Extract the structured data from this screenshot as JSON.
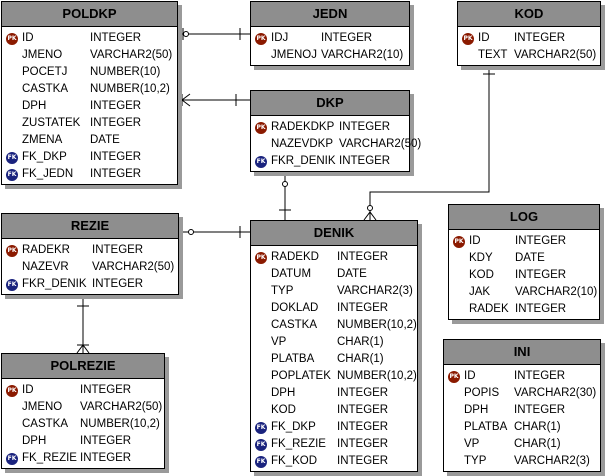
{
  "entities": [
    {
      "id": "poldkp",
      "title": "POLDKP",
      "cols": [
        {
          "key": "PK",
          "name": "ID",
          "type": "INTEGER"
        },
        {
          "key": "",
          "name": "JMENO",
          "type": "VARCHAR2(50)"
        },
        {
          "key": "",
          "name": "POCETJ",
          "type": "NUMBER(10)"
        },
        {
          "key": "",
          "name": "CASTKA",
          "type": "NUMBER(10,2)"
        },
        {
          "key": "",
          "name": "DPH",
          "type": "INTEGER"
        },
        {
          "key": "",
          "name": "ZUSTATEK",
          "type": "INTEGER"
        },
        {
          "key": "",
          "name": "ZMENA",
          "type": "DATE"
        },
        {
          "key": "FK",
          "name": "FK_DKP",
          "type": "INTEGER"
        },
        {
          "key": "FK",
          "name": "FK_JEDN",
          "type": "INTEGER"
        }
      ]
    },
    {
      "id": "jedn",
      "title": "JEDN",
      "cols": [
        {
          "key": "PK",
          "name": "IDJ",
          "type": "INTEGER"
        },
        {
          "key": "",
          "name": "JMENOJ",
          "type": "VARCHAR2(10)"
        }
      ]
    },
    {
      "id": "kod",
      "title": "KOD",
      "cols": [
        {
          "key": "PK",
          "name": "ID",
          "type": "INTEGER"
        },
        {
          "key": "",
          "name": "TEXT",
          "type": "VARCHAR2(50)"
        }
      ]
    },
    {
      "id": "dkp",
      "title": "DKP",
      "cols": [
        {
          "key": "PK",
          "name": "RADEKDKP",
          "type": "INTEGER"
        },
        {
          "key": "",
          "name": "NAZEVDKP",
          "type": "VARCHAR2(50)"
        },
        {
          "key": "FK",
          "name": "FKR_DENIK",
          "type": "INTEGER"
        }
      ]
    },
    {
      "id": "rezie",
      "title": "REZIE",
      "cols": [
        {
          "key": "PK",
          "name": "RADEKR",
          "type": "INTEGER"
        },
        {
          "key": "",
          "name": "NAZEVR",
          "type": "VARCHAR2(50)"
        },
        {
          "key": "FK",
          "name": "FKR_DENIK",
          "type": "INTEGER"
        }
      ]
    },
    {
      "id": "denik",
      "title": "DENIK",
      "cols": [
        {
          "key": "PK",
          "name": "RADEKD",
          "type": "INTEGER"
        },
        {
          "key": "",
          "name": "DATUM",
          "type": "DATE"
        },
        {
          "key": "",
          "name": "TYP",
          "type": "VARCHAR2(3)"
        },
        {
          "key": "",
          "name": "DOKLAD",
          "type": "INTEGER"
        },
        {
          "key": "",
          "name": "CASTKA",
          "type": "NUMBER(10,2)"
        },
        {
          "key": "",
          "name": "VP",
          "type": "CHAR(1)"
        },
        {
          "key": "",
          "name": "PLATBA",
          "type": "CHAR(1)"
        },
        {
          "key": "",
          "name": "POPLATEK",
          "type": "NUMBER(10,2)"
        },
        {
          "key": "",
          "name": "DPH",
          "type": "INTEGER"
        },
        {
          "key": "",
          "name": "KOD",
          "type": "INTEGER"
        },
        {
          "key": "FK",
          "name": "FK_DKP",
          "type": "INTEGER"
        },
        {
          "key": "FK",
          "name": "FK_REZIE",
          "type": "INTEGER"
        },
        {
          "key": "FK",
          "name": "FK_KOD",
          "type": "INTEGER"
        }
      ]
    },
    {
      "id": "log",
      "title": "LOG",
      "cols": [
        {
          "key": "PK",
          "name": "ID",
          "type": "INTEGER"
        },
        {
          "key": "",
          "name": "KDY",
          "type": "DATE"
        },
        {
          "key": "",
          "name": "KOD",
          "type": "INTEGER"
        },
        {
          "key": "",
          "name": "JAK",
          "type": "VARCHAR2(10)"
        },
        {
          "key": "",
          "name": "RADEK",
          "type": "INTEGER"
        }
      ]
    },
    {
      "id": "polrezie",
      "title": "POLREZIE",
      "cols": [
        {
          "key": "PK",
          "name": "ID",
          "type": "INTEGER"
        },
        {
          "key": "",
          "name": "JMENO",
          "type": "VARCHAR2(50)"
        },
        {
          "key": "",
          "name": "CASTKA",
          "type": "NUMBER(10,2)"
        },
        {
          "key": "",
          "name": "DPH",
          "type": "INTEGER"
        },
        {
          "key": "FK",
          "name": "FK_REZIE",
          "type": "INTEGER"
        }
      ]
    },
    {
      "id": "ini",
      "title": "INI",
      "cols": [
        {
          "key": "PK",
          "name": "ID",
          "type": "INTEGER"
        },
        {
          "key": "",
          "name": "POPIS",
          "type": "VARCHAR2(30)"
        },
        {
          "key": "",
          "name": "DPH",
          "type": "INTEGER"
        },
        {
          "key": "",
          "name": "PLATBA",
          "type": "CHAR(1)"
        },
        {
          "key": "",
          "name": "VP",
          "type": "CHAR(1)"
        },
        {
          "key": "",
          "name": "TYP",
          "type": "VARCHAR2(3)"
        }
      ]
    }
  ],
  "relationships": [
    {
      "from": "jedn",
      "to": "poldkp",
      "from_end": "one",
      "to_end": "zero-or-one"
    },
    {
      "from": "dkp",
      "to": "poldkp",
      "from_end": "one",
      "to_end": "many"
    },
    {
      "from": "denik",
      "to": "dkp",
      "from_end": "one",
      "to_end": "zero-or-one"
    },
    {
      "from": "kod",
      "to": "denik",
      "from_end": "one",
      "to_end": "zero-or-many"
    },
    {
      "from": "denik",
      "to": "rezie",
      "from_end": "one",
      "to_end": "zero-or-one"
    },
    {
      "from": "rezie",
      "to": "polrezie",
      "from_end": "one",
      "to_end": "many"
    }
  ],
  "colors": {
    "header": "#8e8e8e",
    "shadow": "#9a9a9a",
    "pk": "#8b1a00",
    "fk": "#1a237e",
    "line": "#000000"
  }
}
